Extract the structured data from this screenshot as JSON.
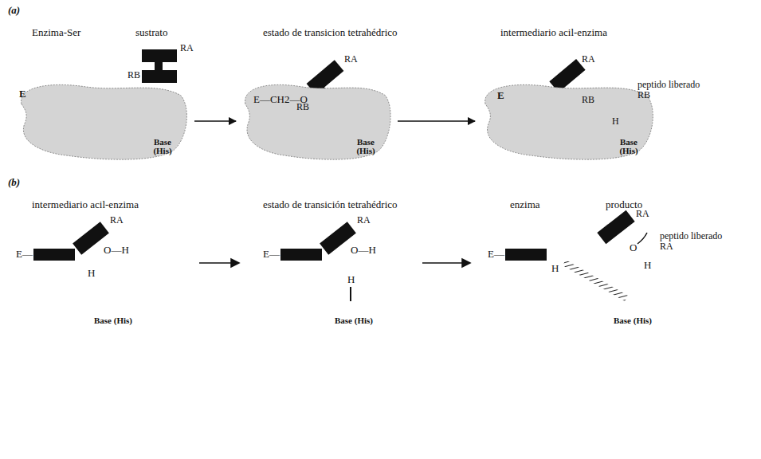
{
  "diagram": {
    "nodes": [
      {
        "text": [
          "Base (His)"
        ]
      },
      {
        "text": [
          "Base (His)"
        ]
      },
      {
        "text": [
          "Base (His)"
        ]
      }
    ],
    "edges": [
      {
        "from": 0,
        "to": 1,
        "arrow": "to"
      },
      {
        "from": 1,
        "to": 2,
        "arrow": "to"
      }
    ],
    "labels": [
      "(a)",
      "Enzima-Ser",
      "sustrato",
      "estado de transicion tetrahédrico",
      "intermediario acil-enzima",
      "E",
      "RA",
      "RB",
      "E—CH2—O",
      "RA",
      "RB",
      "RA",
      "peptido liberado RB",
      "RB",
      "(b)",
      "intermediario acil-enzima",
      "estado de transición tetrahédrico",
      "enzima",
      "producto",
      "E—",
      "RA",
      "O—H",
      "H",
      "Base (His)",
      "E—",
      "RA",
      "O—H",
      "H",
      "Base (His)",
      "E—",
      "RA",
      "O",
      "H",
      "H",
      "Base (His)",
      "peptido liberado RA",
      "E",
      "H"
    ]
  }
}
